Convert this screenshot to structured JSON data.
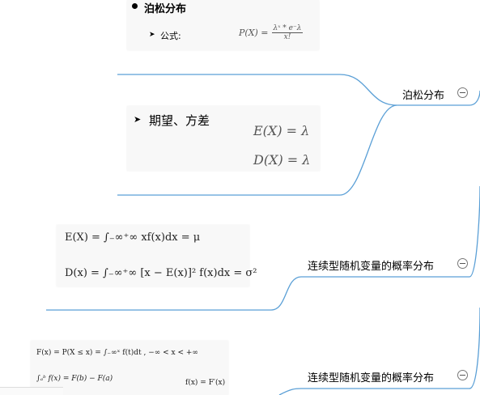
{
  "poisson_block": {
    "title": "泊松分布",
    "formula_label": "公式:",
    "pmf_lhs": "P(X) =",
    "pmf_num": "λˣ * e⁻λ",
    "pmf_den": "x!"
  },
  "expectation_block": {
    "title": "期望、方差",
    "expectation": "E(X) = λ",
    "variance": "D(X) = λ"
  },
  "continuous_block": {
    "expectation": "E(X) = ∫₋∞⁺∞ xf(x)dx = μ",
    "variance": "D(x) = ∫₋∞⁺∞ [x − E(x)]² f(x)dx = σ²"
  },
  "distribution_block": {
    "cdf": "F(x) = P(X ≤ x) = ∫₋∞ˣ f(t)dt , −∞ < x < +∞",
    "interval": "∫ₐᵇ f(x) = F(b) − F(a)",
    "density": "f(x) = F′(x)"
  },
  "topics": {
    "poisson": "泊松分布",
    "continuous_1": "连续型随机变量的概率分布",
    "continuous_2": "连续型随机变量的概率分布"
  },
  "colors": {
    "connector": "#5a9fd6",
    "collapse_border": "#777777"
  }
}
